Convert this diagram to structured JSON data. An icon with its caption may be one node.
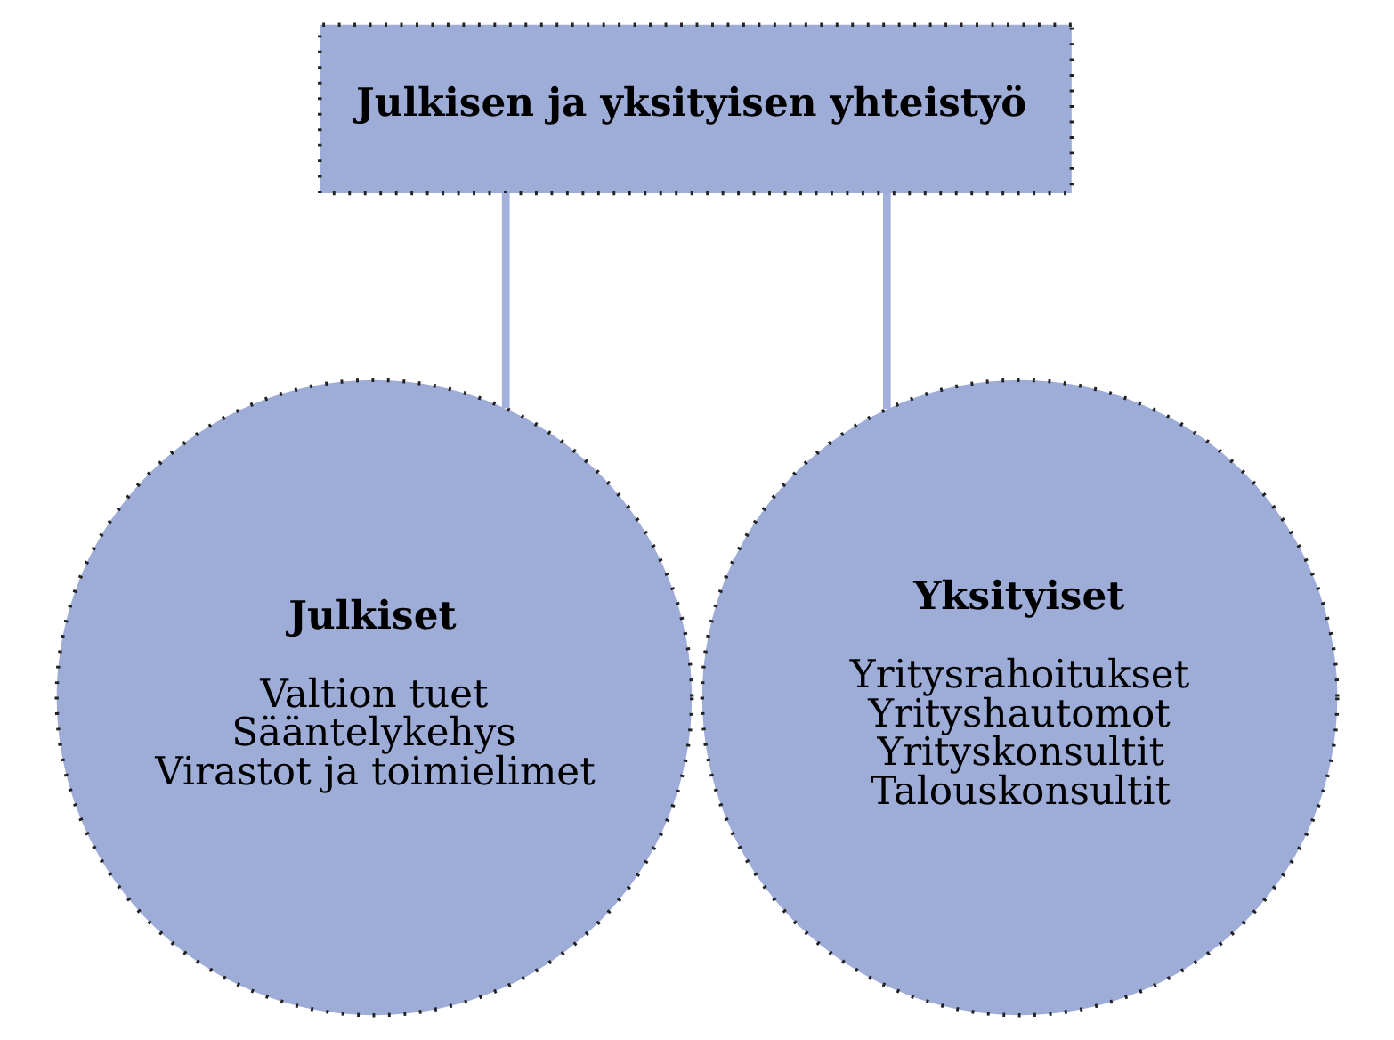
{
  "diagram": {
    "nodes": [
      {
        "text": [
          "Julkisen ja yksityisen yhteistyö"
        ]
      },
      {
        "text": [
          "Julkiset",
          "Valtion tuet",
          "Sääntelykehys",
          "Virastot ja toimielimet"
        ]
      },
      {
        "text": [
          "Yksityiset",
          "Yritysrahoitukset",
          "Yrityshautomot",
          "Yrityskonsultit",
          "Talouskonsultit"
        ]
      }
    ],
    "edges": [
      {
        "from": 0,
        "to": 1,
        "arrow": "none"
      },
      {
        "from": 0,
        "to": 2,
        "arrow": "none"
      }
    ]
  }
}
